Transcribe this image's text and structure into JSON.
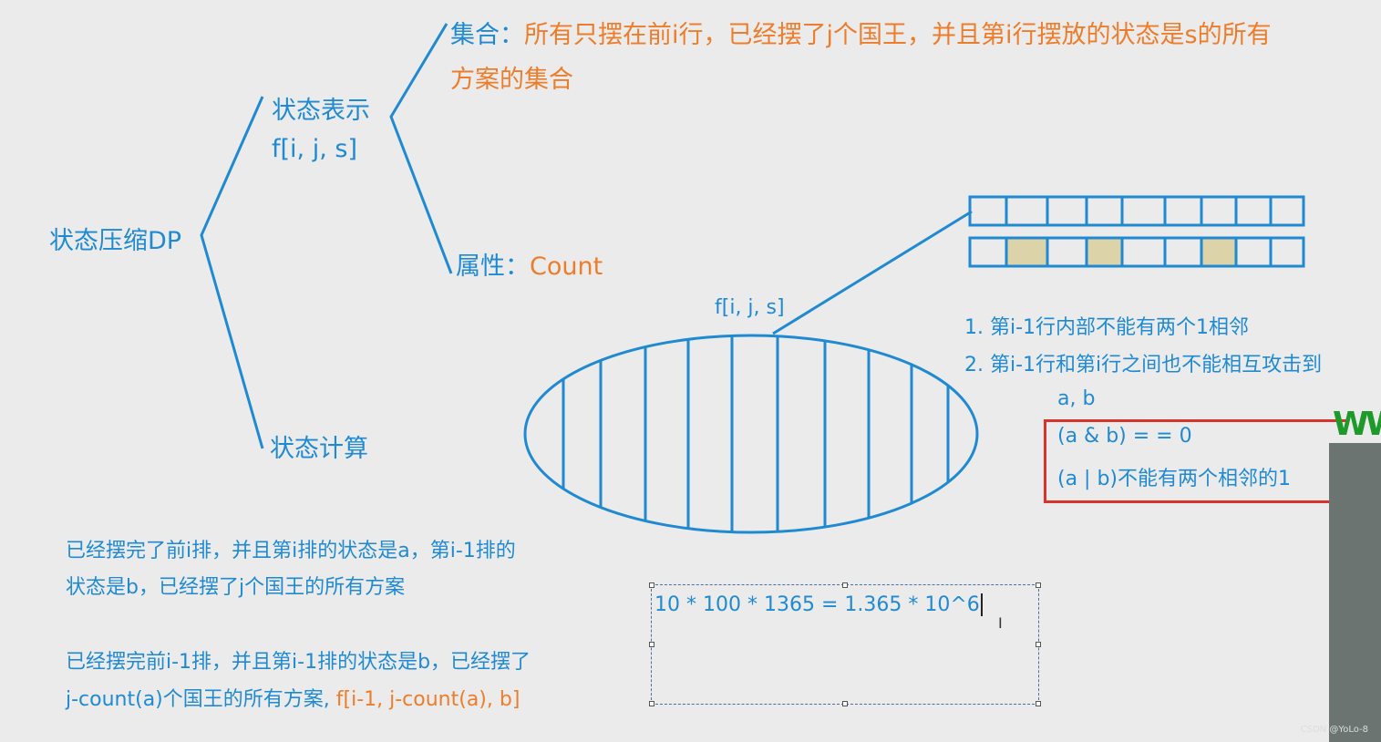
{
  "root": "状态压缩DP",
  "state_rep": {
    "label": "状态表示",
    "formula": "f[i, j, s]"
  },
  "set": {
    "prefix": "集合：",
    "line1": "所有只摆在前i行，已经摆了j个国王，并且第i行摆放的状态是s的所有",
    "line2": "方案的集合"
  },
  "attribute": {
    "prefix": "属性：",
    "value": "Count"
  },
  "state_calc": "状态计算",
  "ellipse_label": "f[i, j, s]",
  "grid": {
    "columns": 9,
    "top_row_filled": [],
    "bottom_row_filled": [
      1,
      3,
      6
    ],
    "fill_color": "#ddd3a8"
  },
  "constraints": [
    "1. 第i-1行内部不能有两个1相邻",
    "2. 第i-1行和第i行之间也不能相互攻击到"
  ],
  "ab": "a, b",
  "conditions": [
    "(a & b) = = 0",
    "(a | b)不能有两个相邻的1"
  ],
  "desc1": [
    "已经摆完了前i排，并且第i排的状态是a，第i-1排的",
    "状态是b，已经摆了j个国王的所有方案"
  ],
  "desc2": {
    "line1": "已经摆完前i-1排，并且第i-1排的状态是b，已经摆了",
    "line2_blue": "j-count(a)个国王的所有方案, ",
    "line2_orange": "f[i-1, j-count(a), b]"
  },
  "complexity": "10 * 100 * 1365 = 1.365 * 10^6",
  "overlay_text": "WW",
  "watermark": "CSDN @YoLo-8",
  "colors": {
    "blue": "#1f8ad2",
    "orange": "#ee7d2b",
    "red": "#d9342b",
    "background": "#ebebeb"
  }
}
